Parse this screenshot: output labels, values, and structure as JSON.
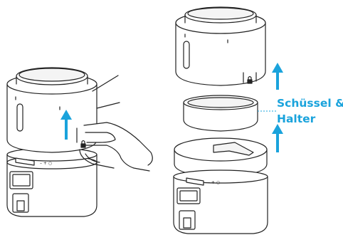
{
  "callout": {
    "line1": "Schüssel &",
    "line2": "Halter"
  },
  "colors": {
    "accent": "#1aa3dc",
    "outline": "#222222",
    "fill": "#ffffff"
  },
  "icons": {
    "arrow": "up-arrow-icon",
    "lock": "lock-icon",
    "hand": "hand-illustration"
  }
}
